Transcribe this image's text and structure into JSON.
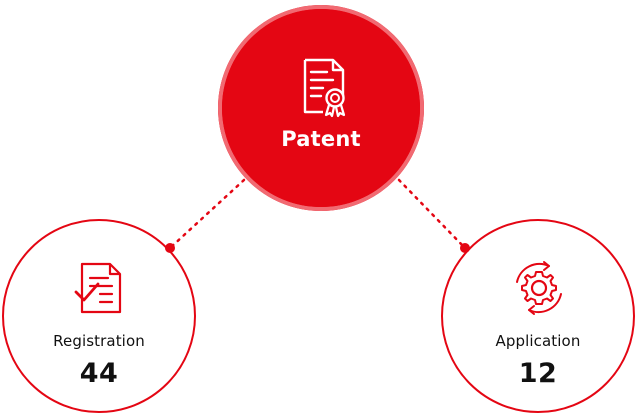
{
  "colors": {
    "primary": "#e40613",
    "ring": "#f16a72",
    "text": "#111111",
    "background": "#ffffff"
  },
  "center": {
    "label": "Patent",
    "icon": "certificate-icon"
  },
  "left": {
    "label": "Registration",
    "value": "44",
    "icon": "document-check-icon"
  },
  "right": {
    "label": "Application",
    "value": "12",
    "icon": "gear-cycle-icon"
  }
}
